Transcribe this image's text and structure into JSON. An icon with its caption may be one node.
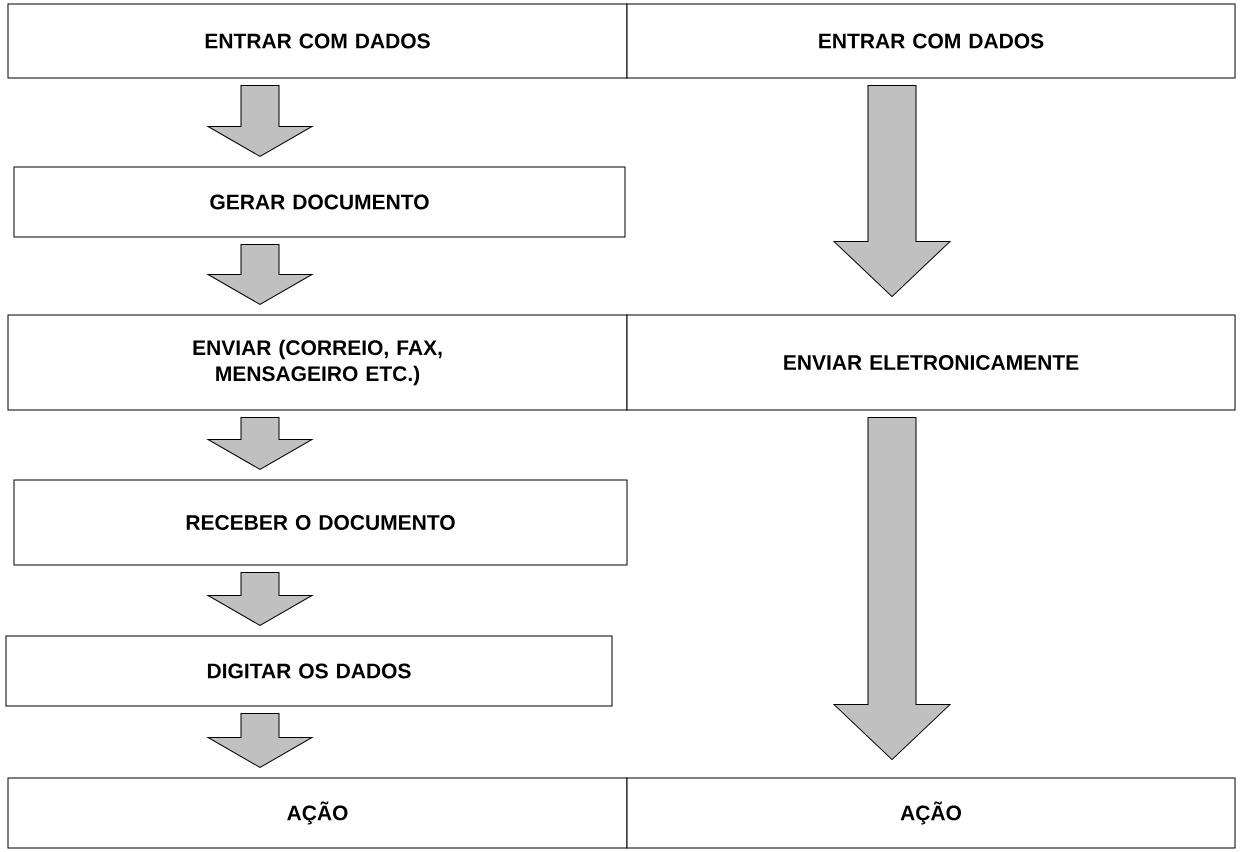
{
  "diagram": {
    "nodes": [
      {
        "text": [
          "ENTRAR COM DADOS"
        ]
      },
      {
        "text": [
          "ENTRAR COM DADOS"
        ]
      },
      {
        "text": [
          "GERAR DOCUMENTO"
        ]
      },
      {
        "text": [
          "ENVIAR (CORREIO, FAX, MENSAGEIRO ETC.)"
        ]
      },
      {
        "text": [
          "ENVIAR ELETRONICAMENTE"
        ]
      },
      {
        "text": [
          "RECEBER O DOCUMENTO"
        ]
      },
      {
        "text": [
          "DIGITAR OS DADOS"
        ]
      },
      {
        "text": [
          "AÇÃO"
        ]
      },
      {
        "text": [
          "AÇÃO"
        ]
      }
    ],
    "edges": [
      {
        "from": 0,
        "to": 2,
        "arrow": "to"
      },
      {
        "from": 2,
        "to": 3,
        "arrow": "to"
      },
      {
        "from": 3,
        "to": 5,
        "arrow": "to"
      },
      {
        "from": 5,
        "to": 6,
        "arrow": "to"
      },
      {
        "from": 6,
        "to": 7,
        "arrow": "to"
      },
      {
        "from": 1,
        "to": 4,
        "arrow": "to"
      },
      {
        "from": 4,
        "to": 8,
        "arrow": "to"
      }
    ]
  }
}
